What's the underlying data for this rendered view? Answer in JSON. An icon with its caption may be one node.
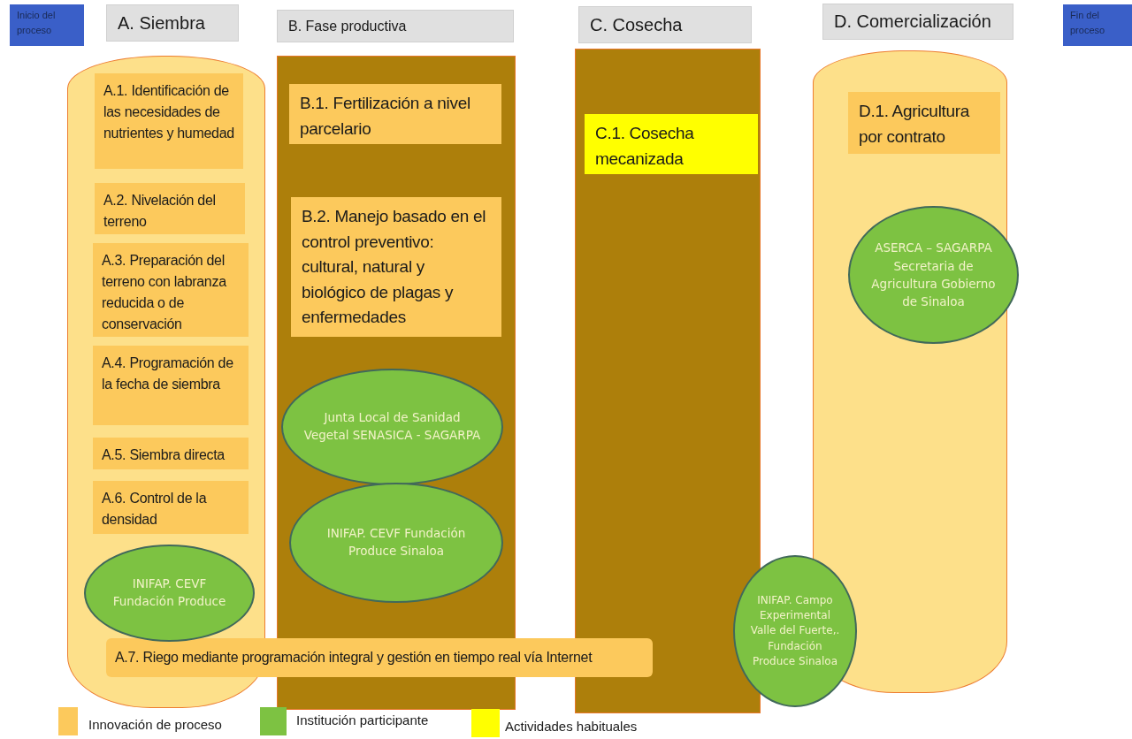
{
  "diagram": {
    "nodes": [
      {
        "text": [
          "Inicio del proceso"
        ]
      },
      {
        "text": [
          "A. Siembra"
        ]
      },
      {
        "text": [
          "B. Fase productiva"
        ]
      },
      {
        "text": [
          "C. Cosecha"
        ]
      },
      {
        "text": [
          "D. Comercialización"
        ]
      },
      {
        "text": [
          "Fin del proceso"
        ]
      },
      {
        "text": [],
        "shape": "capsule"
      },
      {
        "text": [
          "A.1. Identificación de las necesidades de nutrientes y humedad"
        ],
        "in": 6
      },
      {
        "text": [
          "A.2. Nivelación del terreno"
        ],
        "in": 6
      },
      {
        "text": [
          "A.3. Preparación del terreno con labranza reducida o de conservación"
        ],
        "in": 6
      },
      {
        "text": [
          "A.4. Programación de la fecha de siembra"
        ],
        "in": 6
      },
      {
        "text": [
          "A.5. Siembra directa"
        ],
        "in": 6
      },
      {
        "text": [
          "A.6. Control de la densidad"
        ],
        "in": 6
      },
      {
        "text": [
          "INIFAP. CEVF Fundación Produce"
        ],
        "in": 6
      },
      {
        "text": [],
        "shape": "box"
      },
      {
        "text": [
          "B.1. Fertilización a nivel parcelario"
        ],
        "in": 14
      },
      {
        "text": [
          "B.2. Manejo basado en el control preventivo: cultural, natural y biológico de plagas y enfermedades"
        ],
        "in": 14
      },
      {
        "text": [
          "Junta Local de Sanidad Vegetal SENASICA - SAGARPA"
        ],
        "in": 14
      },
      {
        "text": [
          "INIFAP. CEVF Fundación Produce Sinaloa"
        ],
        "in": 14
      },
      {
        "text": [],
        "shape": "box"
      },
      {
        "text": [
          "C.1. Cosecha mecanizada"
        ],
        "in": 19
      },
      {
        "text": [
          "INIFAP. Campo Experimental Valle del Fuerte,. Fundación Produce Sinaloa"
        ]
      },
      {
        "text": [
          "A.7. Riego mediante programación integral y gestión en tiempo real vía Internet"
        ]
      },
      {
        "text": [],
        "shape": "capsule"
      },
      {
        "text": [
          "D.1. Agricultura por contrato"
        ],
        "in": 23
      },
      {
        "text": [
          "ASERCA – SAGARPA",
          "Secretaria de Agricultura Gobierno de Sinaloa"
        ],
        "in": 23
      }
    ],
    "legend": [
      {
        "text": "Innovación de proceso",
        "color": "#fcc95c"
      },
      {
        "text": "Institución participante",
        "color": "#7dc242"
      },
      {
        "text": "Actividades habituales",
        "color": "#ffff00"
      }
    ]
  }
}
